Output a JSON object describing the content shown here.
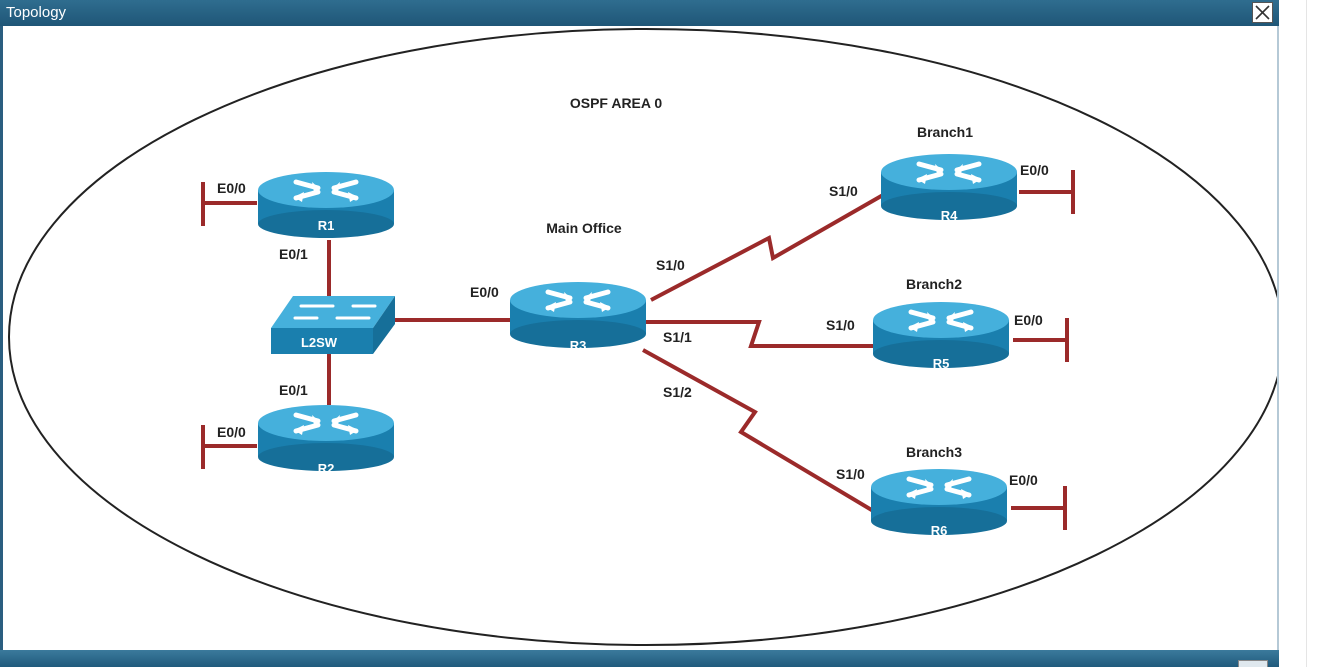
{
  "window": {
    "title": "Topology",
    "close_icon": "close-icon"
  },
  "diagram": {
    "area_label": "OSPF AREA 0",
    "main_office_label": "Main Office",
    "branches": {
      "b1": "Branch1",
      "b2": "Branch2",
      "b3": "Branch3"
    },
    "devices": {
      "r1": "R1",
      "r2": "R2",
      "r3": "R3",
      "r4": "R4",
      "r5": "R5",
      "r6": "R6",
      "sw": "L2SW"
    },
    "interfaces": {
      "r1_e00": "E0/0",
      "r1_e01": "E0/1",
      "r2_e01": "E0/1",
      "r2_e00": "E0/0",
      "r3_e00": "E0/0",
      "r3_s10": "S1/0",
      "r3_s11": "S1/1",
      "r3_s12": "S1/2",
      "r4_s10": "S1/0",
      "r4_e00": "E0/0",
      "r5_s10": "S1/0",
      "r5_e00": "E0/0",
      "r6_s10": "S1/0",
      "r6_e00": "E0/0"
    }
  },
  "colors": {
    "link": "#9b2a2a",
    "router_top": "#3aa7d6",
    "router_body": "#1a7fae",
    "title_bar": "#1f5677"
  }
}
